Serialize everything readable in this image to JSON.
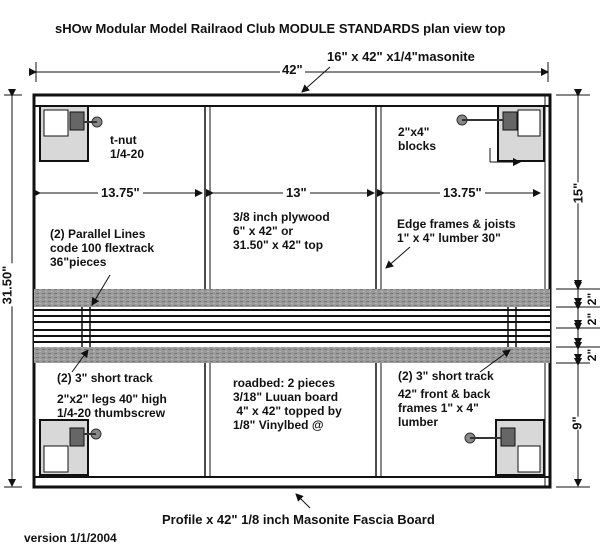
{
  "title": "sHOw Modular Model Railraod Club MODULE STANDARDS plan view top",
  "dims": {
    "width_42": "42\"",
    "masonite_top": "16\" x 42\" x1/4\"masonite",
    "height_31_50": "31.50\"",
    "section_left": "13.75\"",
    "section_mid": "13\"",
    "section_right": "13.75\"",
    "right_15": "15\"",
    "right_9": "9\"",
    "right_2a": "2\"",
    "right_2b": "2\"",
    "right_2c": "2\""
  },
  "labels": {
    "tnut": "t-nut\n1/4-20",
    "blocks": "2\"x4\"\nblocks",
    "parallel_lines": "(2) Parallel Lines\ncode 100 flextrack\n36\"pieces",
    "plywood": "3/8 inch plywood\n6\" x 42\" or\n31.50\" x 42\" top",
    "edge_frames": "Edge frames & joists\n1\" x 4\" lumber 30\"",
    "short_track_left": "(2) 3\" short track",
    "legs": "2\"x2\" legs 40\" high\n1/4-20 thumbscrew",
    "roadbed": "roadbed: 2 pieces\n3/18\" Luuan board\n 4\" x 42\" topped by\n1/8\" Vinylbed @",
    "short_track_right": "(2) 3\" short track",
    "front_back": "42\" front & back\nframes 1\" x 4\"\nlumber",
    "fascia": "Profile x 42\"  1/8 inch Masonite Fascia Board",
    "version": "version 1/1/2004"
  }
}
